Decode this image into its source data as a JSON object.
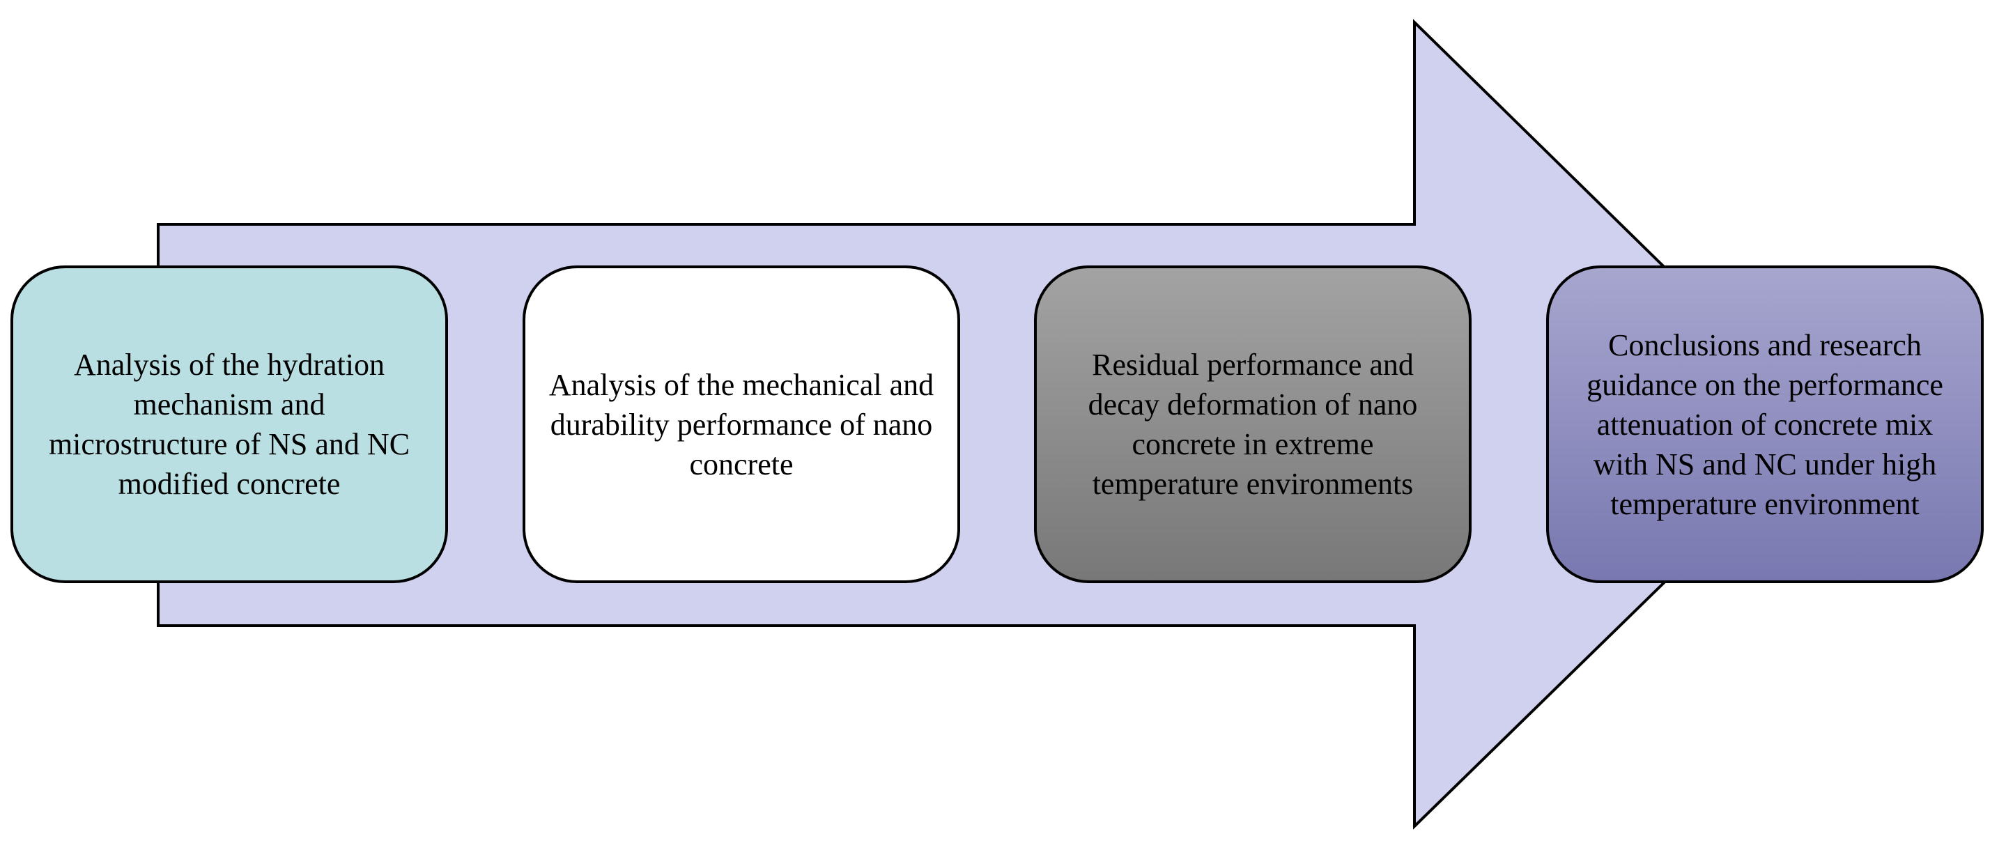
{
  "diagram": {
    "arrow_fill": "#d0d0ef",
    "arrow_stroke": "#000000",
    "steps": [
      {
        "text": "Analysis of the hydration mechanism and microstructure of NS and NC modified concrete",
        "fill": "#b9dfe3"
      },
      {
        "text": "Analysis of the mechanical and durability performance of nano concrete",
        "fill": "#ffffff"
      },
      {
        "text": "Residual performance and decay deformation of nano concrete in extreme temperature environments",
        "fill": "#8c8c8c"
      },
      {
        "text": "Conclusions and research guidance on the performance attenuation of concrete mix with NS and NC under high temperature environment",
        "fill": "#9190c0"
      }
    ]
  }
}
